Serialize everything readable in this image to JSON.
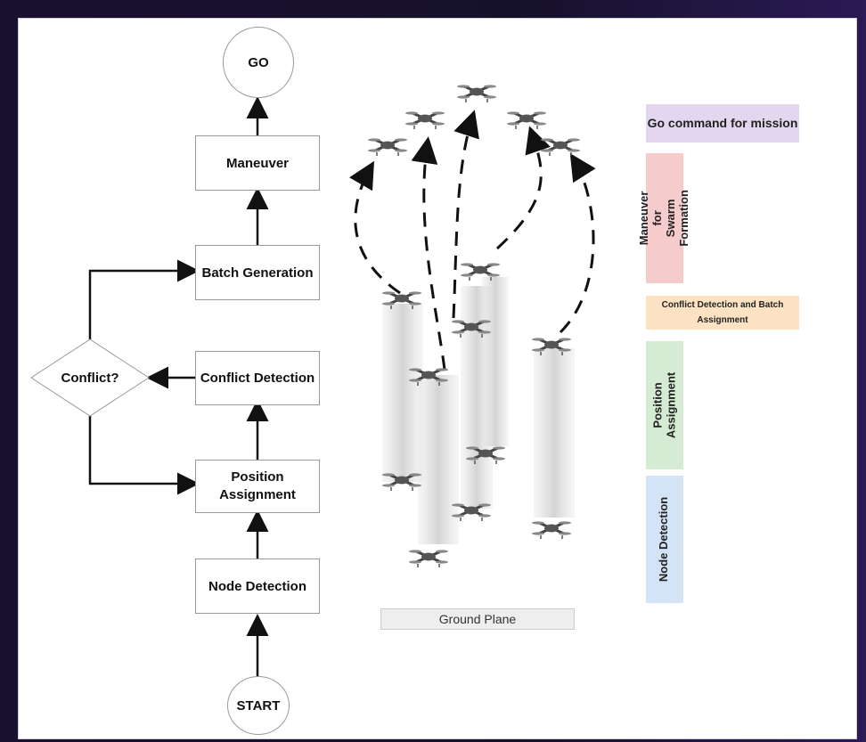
{
  "flowchart": {
    "go": "GO",
    "maneuver": "Maneuver",
    "batch_generation": "Batch Generation",
    "conflict": "Conflict?",
    "conflict_detection": "Conflict Detection",
    "position_assignment": "Position\nAssignment",
    "node_detection": "Node Detection",
    "start": "START"
  },
  "ground_plane": "Ground Plane",
  "legend": {
    "go_command": {
      "label": "Go command for mission",
      "color": "#e3d6ef"
    },
    "maneuver": {
      "label": "Maneuver for Swarm Formation",
      "color": "#f6cbcb"
    },
    "conflict_batch": {
      "label": "Conflict Detection and Batch Assignment",
      "color": "#fde2c4"
    },
    "position": {
      "label": "Position Assignment",
      "color": "#d6ebd3"
    },
    "node_detection": {
      "label": "Node Detection",
      "color": "#d3e4f6"
    }
  },
  "drone_icon": "quadcopter-drone-icon"
}
